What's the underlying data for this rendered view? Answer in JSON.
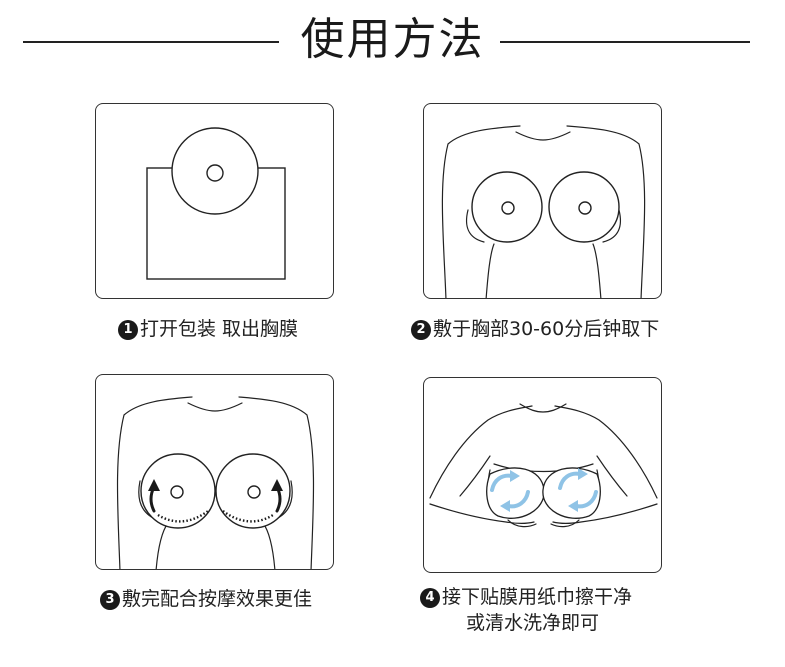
{
  "title": "使用方法",
  "steps": [
    {
      "number": "1",
      "text": "打开包装 取出胸膜"
    },
    {
      "number": "2",
      "text": "敷于胸部30-60分后钟取下"
    },
    {
      "number": "3",
      "text": "敷完配合按摩效果更佳"
    },
    {
      "number": "4",
      "text": "接下贴膜用纸巾擦干净",
      "text2": "或清水洗净即可"
    }
  ],
  "colors": {
    "line": "#222222",
    "arrow_dark": "#1a1a1a",
    "arrow_light": "#8fc3e6"
  }
}
